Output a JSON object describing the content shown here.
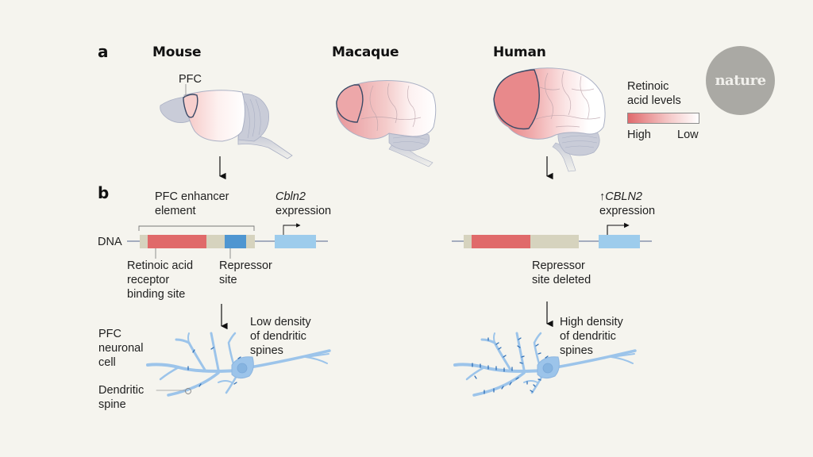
{
  "panel_a": {
    "letter": "a",
    "species": [
      {
        "name": "Mouse"
      },
      {
        "name": "Macaque"
      },
      {
        "name": "Human"
      }
    ],
    "pfc_label": "PFC"
  },
  "legend": {
    "title_line1": "Retinoic",
    "title_line2": "acid levels",
    "high_label": "High",
    "low_label": "Low",
    "gradient_colors": [
      "#e06a6d",
      "#ffffff"
    ]
  },
  "logo": {
    "text": "nature"
  },
  "panel_b": {
    "letter": "b",
    "mouse": {
      "enhancer_label_line1": "PFC enhancer",
      "enhancer_label_line2": "element",
      "gene_label_italic": "Cbln2",
      "gene_label_line2": "expression",
      "dna_label": "DNA",
      "rar_label_line1": "Retinoic acid",
      "rar_label_line2": "receptor",
      "rar_label_line3": "binding site",
      "repressor_label_line1": "Repressor",
      "repressor_label_line2": "site",
      "neuron_label_line1": "PFC",
      "neuron_label_line2": "neuronal",
      "neuron_label_line3": "cell",
      "spine_label_line1": "Dendritic",
      "spine_label_line2": "spine",
      "density_line1": "Low density",
      "density_line2": "of dendritic",
      "density_line3": "spines"
    },
    "human": {
      "gene_label_prefix": "↑",
      "gene_label_italic": "CBLN2",
      "gene_label_line2": "expression",
      "deleted_label_line1": "Repressor",
      "deleted_label_line2": "site deleted",
      "density_line1": "High density",
      "density_line2": "of dendritic",
      "density_line3": "spines"
    }
  },
  "colors": {
    "background": "#f5f4ee",
    "rar_site": "#e06a6a",
    "repressor_site": "#4f96d1",
    "gene": "#9dccec",
    "enhancer": "#d6d3be",
    "neuron": "#9cc4ea",
    "brain_gray": "#c9ccd8",
    "pfc_outline": "#3a4a66"
  }
}
